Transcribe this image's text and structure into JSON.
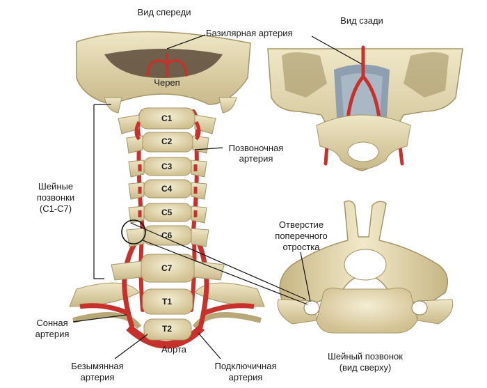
{
  "views": {
    "front": "Вид спереди",
    "back": "Вид сзади"
  },
  "labels": {
    "basilar": "Базилярная артерия",
    "skull": "Череп",
    "vertebral_1": "Позвоночная",
    "vertebral_2": "артерия",
    "cervical_1": "Шейные",
    "cervical_2": "позвонки",
    "cervical_3": "(С1-С7)",
    "foramen_1": "Отверстие",
    "foramen_2": "поперечного",
    "foramen_3": "отростка",
    "carotid_1": "Сонная",
    "carotid_2": "артерия",
    "aorta": "Аорта",
    "innominate_1": "Безымянная",
    "innominate_2": "артерия",
    "subclavian_1": "Подключичная",
    "subclavian_2": "артерия",
    "top_view_1": "Шейный позвонок",
    "top_view_2": "(вид сверху)"
  },
  "vertebrae": [
    "C1",
    "C2",
    "C3",
    "C4",
    "C5",
    "C6",
    "C7",
    "T1",
    "T2"
  ],
  "colors": {
    "bone": "#e6dcb4",
    "bone_shadow": "#b8a878",
    "artery": "#c8312b",
    "artery_dark": "#8e1d1a",
    "line": "#111111"
  }
}
